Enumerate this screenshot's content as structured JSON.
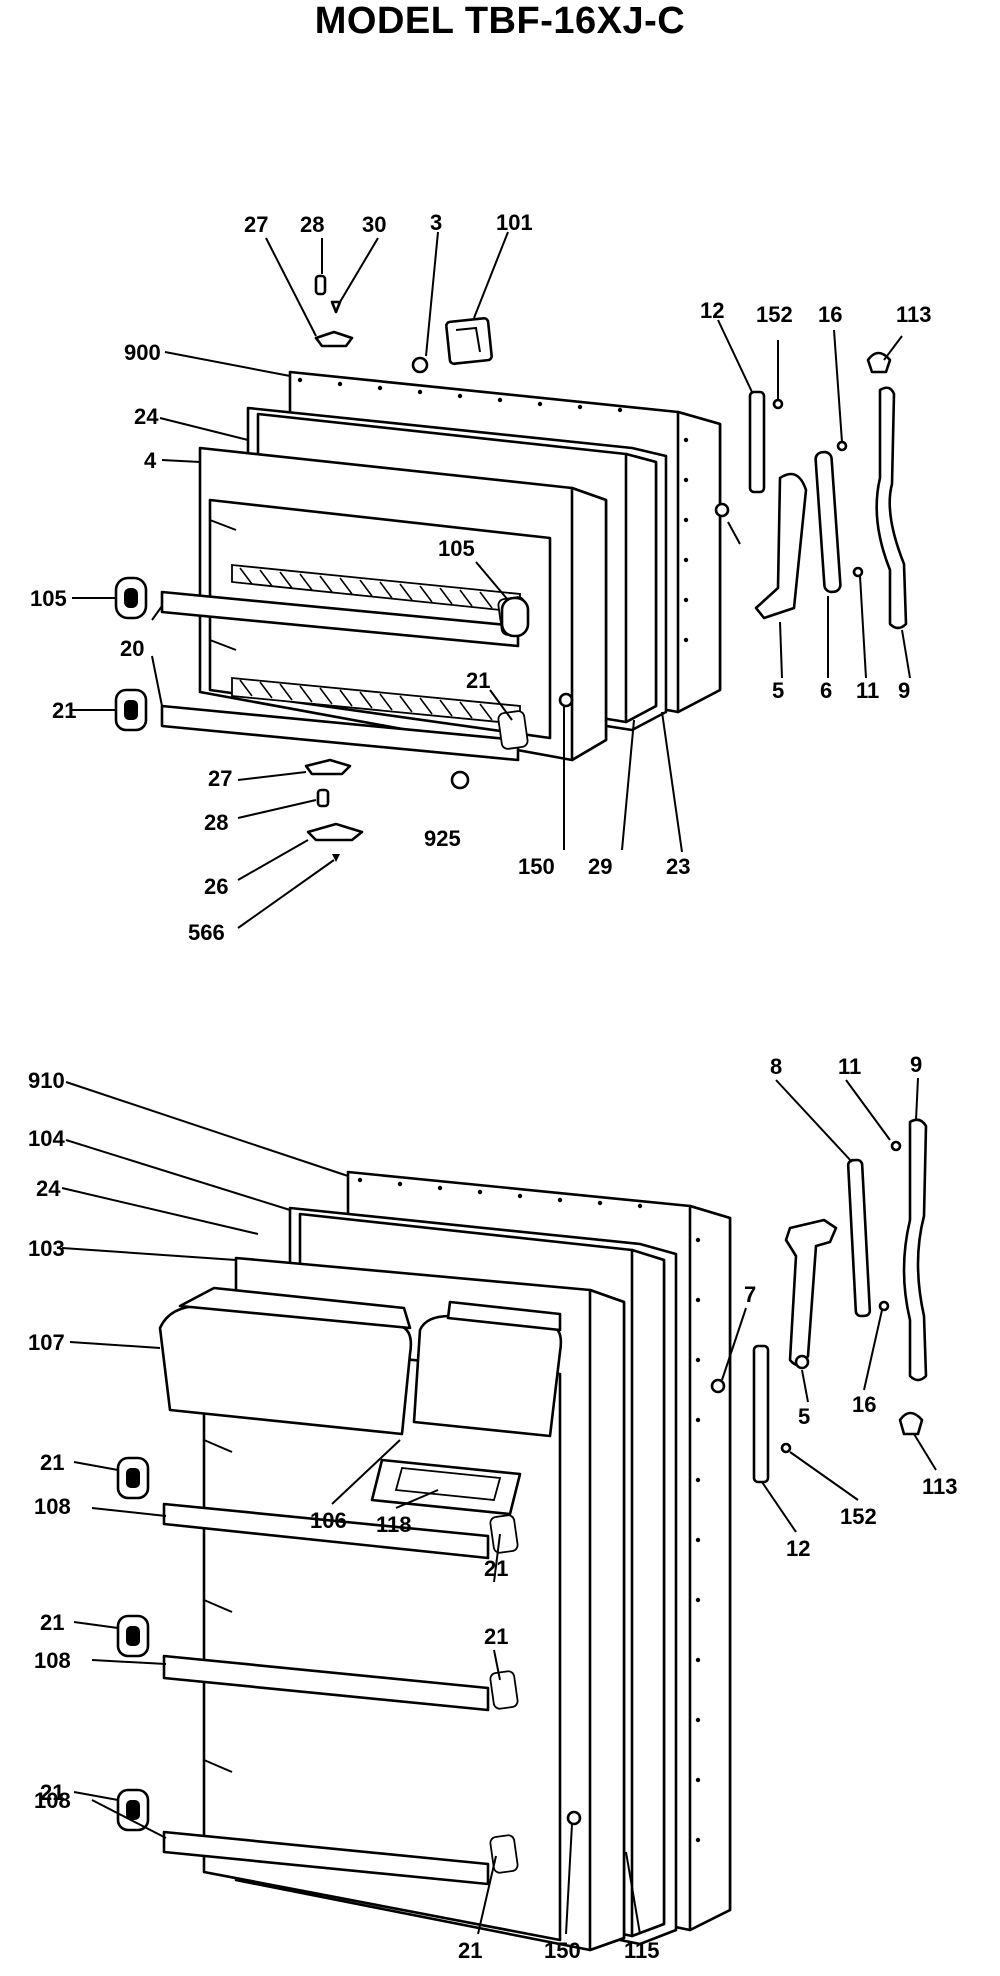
{
  "title": "MODEL TBF-16XJ-C",
  "labels": {
    "l27a": "27",
    "l28a": "28",
    "l30": "30",
    "l3": "3",
    "l101": "101",
    "l12a": "12",
    "l152a": "152",
    "l16a": "16",
    "l113a": "113",
    "l900": "900",
    "l24a": "24",
    "l4a": "4",
    "l105a": "105",
    "l105b": "105",
    "l20": "20",
    "l21a": "21",
    "l21b": "21",
    "l5a": "5",
    "l6": "6",
    "l11a": "11",
    "l9a": "9",
    "l27b": "27",
    "l28b": "28",
    "l26": "26",
    "l566": "566",
    "l925": "925",
    "l150a": "150",
    "l29": "29",
    "l23": "23",
    "l910": "910",
    "l104": "104",
    "l24b": "24",
    "l103": "103",
    "l107": "107",
    "l21c": "21",
    "l108a": "108",
    "l21d": "21",
    "l108b": "108",
    "l21e": "21",
    "l108c": "108",
    "l106": "106",
    "l118": "118",
    "l21f": "21",
    "l21g": "21",
    "l8": "8",
    "l11b": "11",
    "l9b": "9",
    "l7": "7",
    "l5b": "5",
    "l16b": "16",
    "l113b": "113",
    "l152b": "152",
    "l12b": "12",
    "l150b": "150",
    "l115": "115"
  }
}
